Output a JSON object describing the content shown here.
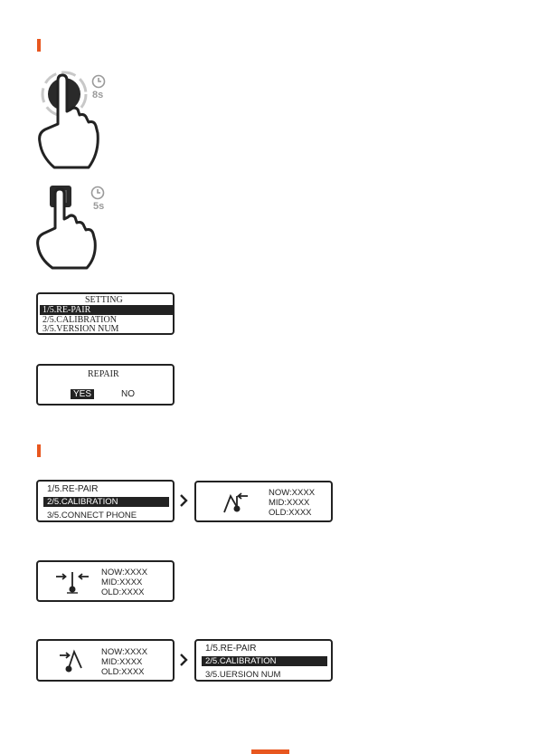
{
  "colors": {
    "accent": "#e8571f",
    "ink": "#222222",
    "grey": "#9a9a9a"
  },
  "gesture_hold_round": {
    "timer_label": "8s",
    "icon": "hand-pressing-round-button-icon"
  },
  "gesture_hold_square": {
    "timer_label": "5s",
    "icon": "hand-pressing-square-button-icon"
  },
  "setting_screen": {
    "title": "SETTING",
    "items": [
      "1/5.RE-PAIR",
      "2/5.CALIBRATION",
      "3/5.VERSION NUM"
    ]
  },
  "repair_screen": {
    "title": "REPAIR",
    "yes": "YES",
    "no": "NO"
  },
  "calibration_menu": {
    "items": [
      "1/5.RE-PAIR",
      "2/5.CALIBRATION",
      "3/5.CONNECT PHONE"
    ]
  },
  "readout_1": {
    "now": "NOW:XXXX",
    "mid": "MID:XXXX",
    "old": "OLD:XXXX",
    "icon": "lever-pull-back-icon"
  },
  "readout_2": {
    "now": "NOW:XXXX",
    "mid": "MID:XXXX",
    "old": "OLD:XXXX",
    "icon": "lever-center-icon"
  },
  "readout_3": {
    "now": "NOW:XXXX",
    "mid": "MID:XXXX",
    "old": "OLD:XXXX",
    "icon": "lever-push-forward-icon"
  },
  "final_menu": {
    "items": [
      "1/5.RE-PAIR",
      "2/5.CALIBRATION",
      "3/5.UERSION NUM"
    ]
  }
}
